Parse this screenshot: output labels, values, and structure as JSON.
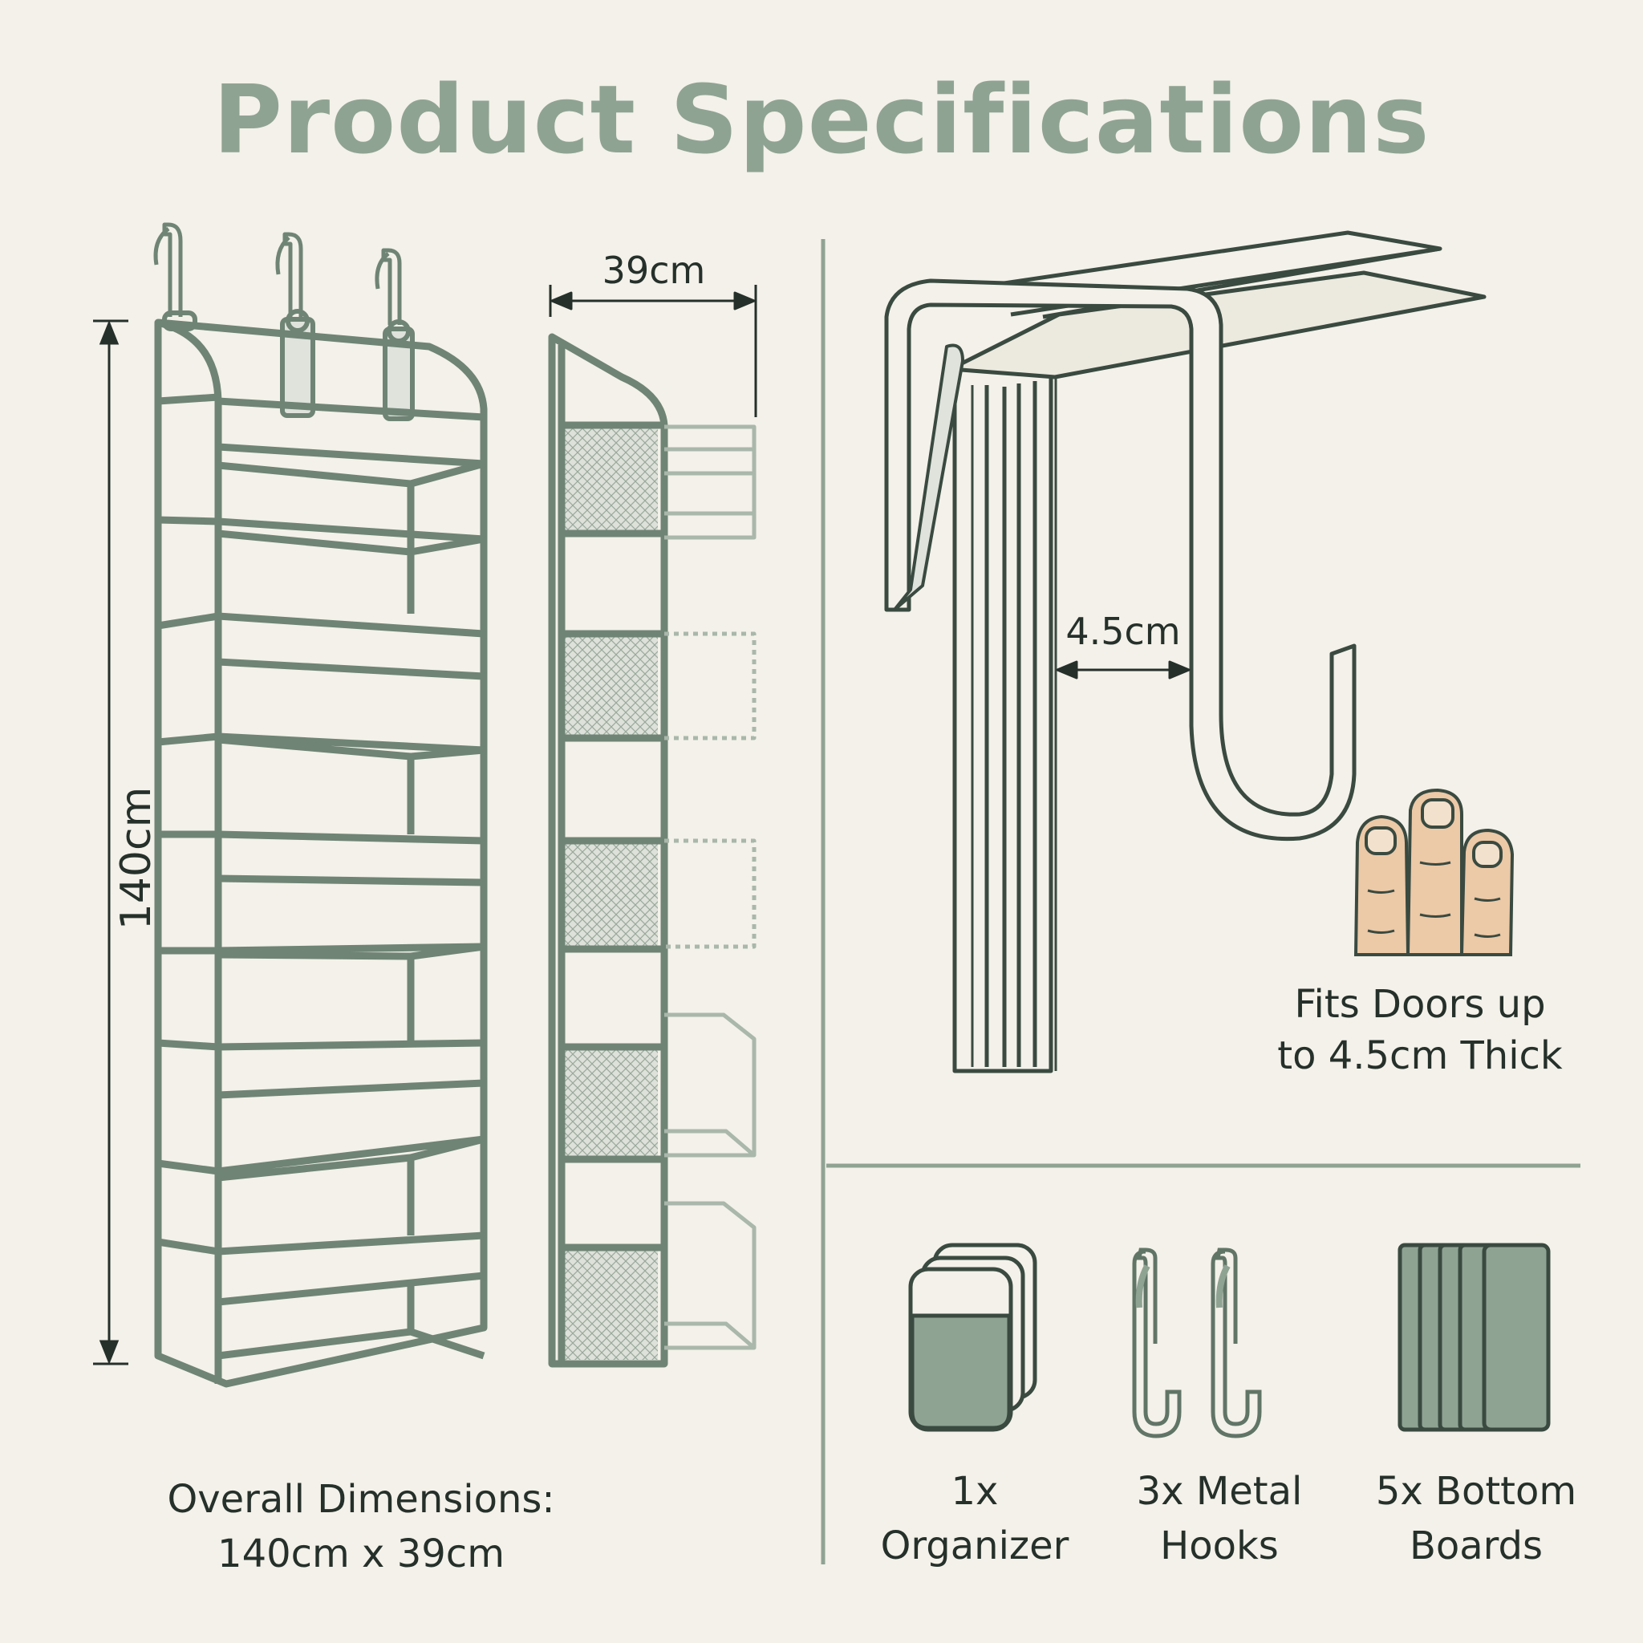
{
  "title": "Product Specifications",
  "dimensions": {
    "width_label": "39cm",
    "height_label": "140cm",
    "hook_gap_label": "4.5cm",
    "overall_line1": "Overall Dimensions:",
    "overall_line2": "140cm x 39cm"
  },
  "door_fit": {
    "line1": "Fits Doors up",
    "line2": "to 4.5cm Thick"
  },
  "package_contents": [
    {
      "icon": "organizer-icon",
      "line1": "1x",
      "line2": "Organizer"
    },
    {
      "icon": "metal-hooks-icon",
      "line1": "3x Metal",
      "line2": "Hooks"
    },
    {
      "icon": "bottom-boards-icon",
      "line1": "5x Bottom",
      "line2": "Boards"
    }
  ],
  "colors": {
    "sage": "#8fa393",
    "line": "#617567",
    "background": "#f3f1e9",
    "text": "#26302b"
  }
}
